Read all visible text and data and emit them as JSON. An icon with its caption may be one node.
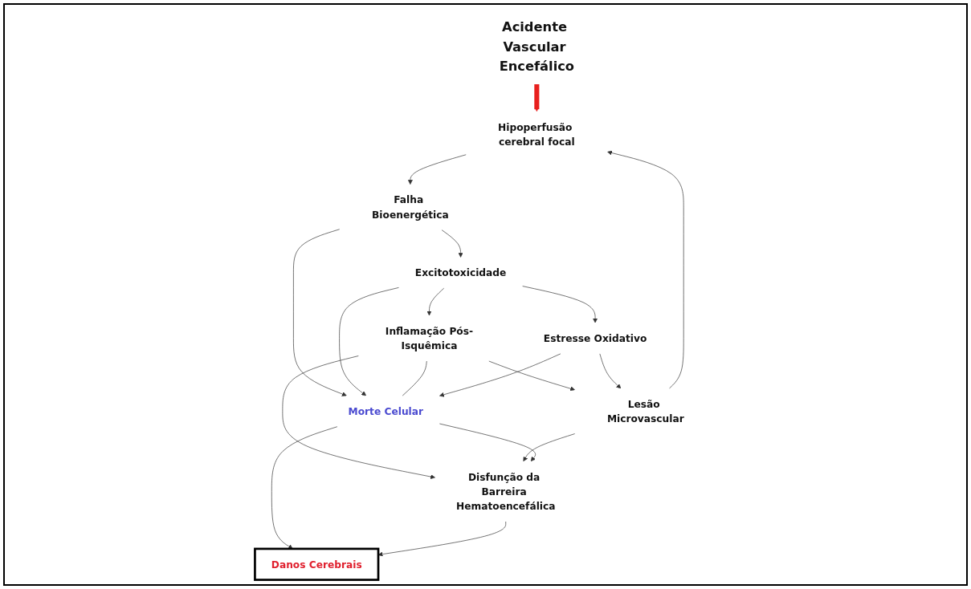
{
  "diagram": {
    "nodes": [
      {
        "text": [
          "Acidente Vascular Encefálico"
        ]
      },
      {
        "text": [
          "Hipoperfusão cerebral focal"
        ]
      },
      {
        "text": [
          "Falha Bioenergética"
        ]
      },
      {
        "text": [
          "Excitotoxicidade"
        ]
      },
      {
        "text": [
          "Inflamação Pós-Isquêmica"
        ]
      },
      {
        "text": [
          "Estresse Oxidativo"
        ]
      },
      {
        "text": [
          "Lesão Microvascular"
        ]
      },
      {
        "text": [
          "Disfunção da Barreira Hematoencefálica"
        ]
      },
      {
        "text": [
          "Morte Celular"
        ]
      },
      {
        "text": [
          "Danos Cerebrais"
        ]
      }
    ],
    "edges": [
      {
        "from": 0,
        "to": 1,
        "arrow": "to",
        "style": "thick",
        "color": "#e8201e"
      },
      {
        "from": 1,
        "to": 2,
        "arrow": "to"
      },
      {
        "from": 2,
        "to": 3,
        "arrow": "to"
      },
      {
        "from": 2,
        "to": 8,
        "arrow": "to"
      },
      {
        "from": 3,
        "to": 4,
        "arrow": "to"
      },
      {
        "from": 3,
        "to": 5,
        "arrow": "to"
      },
      {
        "from": 3,
        "to": 8,
        "arrow": "to"
      },
      {
        "from": 4,
        "to": 6,
        "arrow": "to"
      },
      {
        "from": 4,
        "to": 7,
        "arrow": "to"
      },
      {
        "from": 4,
        "to": 8,
        "arrow": "none"
      },
      {
        "from": 5,
        "to": 6,
        "arrow": "to"
      },
      {
        "from": 5,
        "to": 8,
        "arrow": "to"
      },
      {
        "from": 6,
        "to": 1,
        "arrow": "to"
      },
      {
        "from": 6,
        "to": 7,
        "arrow": "to"
      },
      {
        "from": 8,
        "to": 7,
        "arrow": "to"
      },
      {
        "from": 8,
        "to": 9,
        "arrow": "to"
      },
      {
        "from": 7,
        "to": 9,
        "arrow": "to"
      }
    ]
  }
}
